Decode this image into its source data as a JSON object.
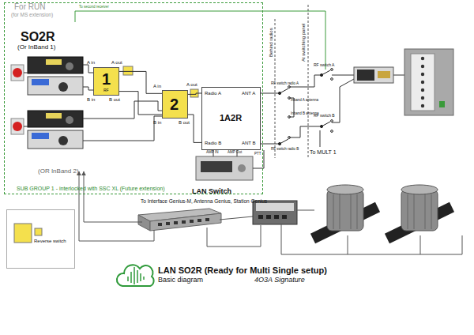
{
  "diagram": {
    "title": "LAN SO2R (Ready for Multi Single setup)",
    "nodes": [
      {
        "text": [
          "SUB GROUP 1 - interlocked with SSC XL (Future extension)"
        ]
      },
      {
        "text": [
          "1",
          "RF"
        ],
        "in": 0
      },
      {
        "text": [
          "2"
        ],
        "in": 0
      },
      {
        "text": [
          "1A2R",
          "Radio A",
          "Radio B",
          "ANT A",
          "ANT B"
        ],
        "in": 0
      },
      {
        "text": [
          "LAN Switch",
          "To Interface Genius-M, Antenna Genius, Station Genius"
        ]
      },
      {
        "text": [
          "Reverse switch"
        ]
      }
    ],
    "edges": [
      {
        "from": 1,
        "to": 2,
        "arrow": "none"
      },
      {
        "from": 1,
        "to": 2,
        "arrow": "none"
      },
      {
        "from": 2,
        "to": 3,
        "arrow": "none"
      },
      {
        "from": 2,
        "to": 3,
        "arrow": "none"
      }
    ],
    "labels": [
      "For RUN",
      "(for MS extension)",
      "To second receiver",
      "SO2R",
      "(Or InBand 1)",
      "A in",
      "A out",
      "B in",
      "B out",
      "A in",
      "A out",
      "B in",
      "B out",
      "AMP IN",
      "AMP Out",
      "PTT",
      "(OR InBand 2)",
      "Behind radios",
      "At switching panel",
      "RF switch radio A",
      "RF switch radio B",
      "Inband A antenna",
      "Inband B antenna",
      "RF switch A",
      "RF switch B",
      "To MULT 1",
      "Basic diagram",
      "4O3A Signature"
    ]
  }
}
